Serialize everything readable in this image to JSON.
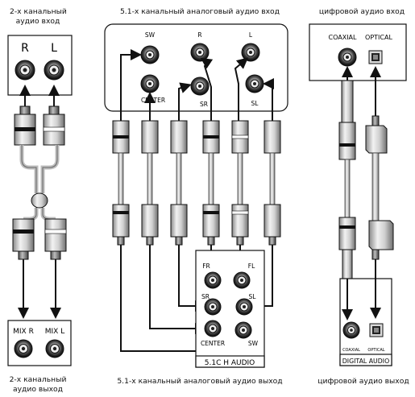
{
  "captions": {
    "left_top_line1": "2-х канальный",
    "left_top_line2": "аудио вход",
    "center_top": "5.1-х канальный аналоговый аудио вход",
    "right_top": "цифровой аудио вход",
    "left_bottom_line1": "2-х канальный",
    "left_bottom_line2": "аудио выход",
    "center_bottom": "5.1-х канальный аналоговый аудио выход",
    "right_bottom": "цифровой аудио выход"
  },
  "stereo_input": {
    "label_r": "R",
    "label_l": "L"
  },
  "stereo_output": {
    "label_mix_r": "MIX R",
    "label_mix_l": "MIX L"
  },
  "surround_input": {
    "sw": "SW",
    "r": "R",
    "l": "L",
    "center": "CENTER",
    "sr": "SR",
    "sl": "SL"
  },
  "surround_output": {
    "fr": "FR",
    "fl": "FL",
    "sr": "SR",
    "sl": "SL",
    "center": "CENTER",
    "sw": "SW",
    "panel_label": "5.1C H AUDIO"
  },
  "digital_input": {
    "coaxial": "COAXIAL",
    "optical": "OPTICAL"
  },
  "digital_output": {
    "coaxial": "COAXIAL",
    "optical": "OPTICAL",
    "panel_label": "DIGITAL AUDIO"
  }
}
